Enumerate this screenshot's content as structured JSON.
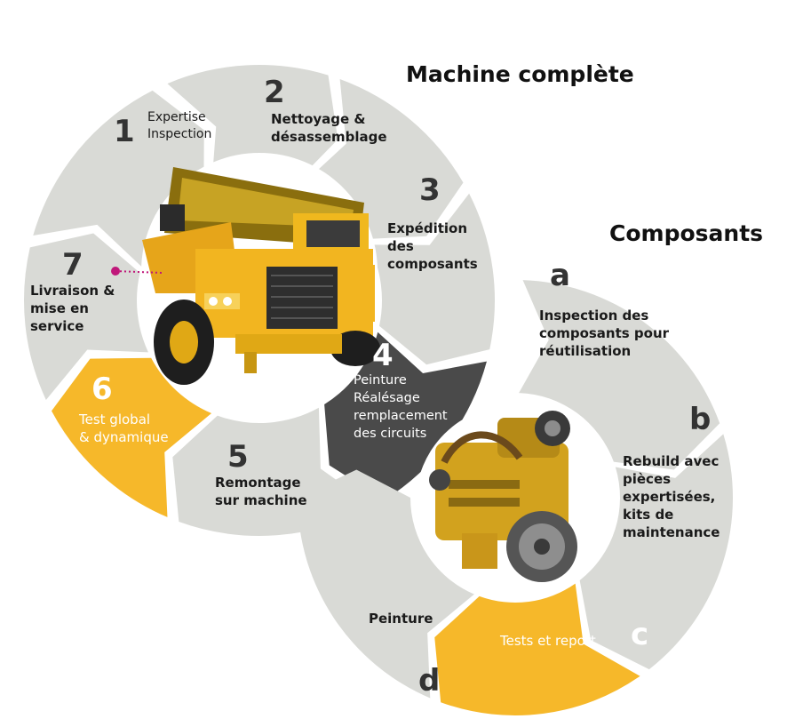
{
  "titles": {
    "machine": "Machine complète",
    "components": "Composants"
  },
  "machine_steps": [
    {
      "number": "1",
      "label": "Expertise\nInspection"
    },
    {
      "number": "2",
      "label": "Nettoyage &\ndésassemblage"
    },
    {
      "number": "3",
      "label": "Expédition\ndes\ncomposants"
    },
    {
      "number": "4",
      "label": "Peinture\nRéalésage\nremplacement\ndes circuits"
    },
    {
      "number": "5",
      "label": "Remontage\nsur machine"
    },
    {
      "number": "6",
      "label": "Test global\n& dynamique"
    },
    {
      "number": "7",
      "label": "Livraison &\nmise en\nservice"
    }
  ],
  "component_steps": [
    {
      "letter": "a",
      "label": "Inspection des\ncomposants pour\nréutilisation"
    },
    {
      "letter": "b",
      "label": "Rebuild avec\npièces\nexpertisées,\nkits de\nmaintenance"
    },
    {
      "letter": "c",
      "label": "Tests et report"
    },
    {
      "letter": "d",
      "label": "Peinture"
    }
  ],
  "colors": {
    "segment_gray": "#d9dad6",
    "segment_dark": "#4a4a4a",
    "segment_yellow": "#f6b82a",
    "connector_dot": "#c0187a"
  },
  "images": {
    "truck": "yellow-dump-truck",
    "engine": "yellow-diesel-engine"
  }
}
